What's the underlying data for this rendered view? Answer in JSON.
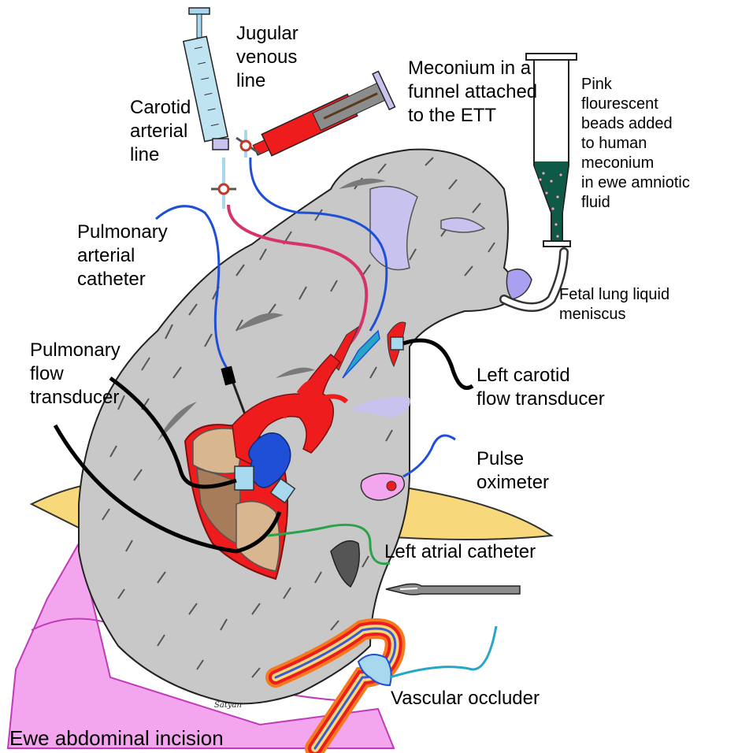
{
  "labels": {
    "jugular_venous_line": "Jugular\nvenous\nline",
    "carotid_arterial_line": "Carotid\narterial\nline",
    "meconium_funnel": "Meconium in a\nfunnel attached\nto the ETT",
    "pink_beads": "Pink\nflourescent\nbeads added\nto human\nmeconium\nin ewe amniotic\nfluid",
    "fetal_lung_liquid_meniscus": "Fetal lung liquid meniscus",
    "pulmonary_arterial_catheter": "Pulmonary\narterial\ncatheter",
    "pulmonary_flow_transducer": "Pulmonary\nflow\ntransducer",
    "left_carotid_flow_transducer": "Left carotid\nflow transducer",
    "pulse_oximeter": "Pulse\noximeter",
    "left_atrial_catheter": "Left atrial catheter",
    "vascular_occluder": "Vascular occluder",
    "ewe_abdominal_incision": "Ewe abdominal incision",
    "artist_signature": "Satyan"
  },
  "colors": {
    "lamb_body": "#c8c8c8",
    "ewe_skin_pink": "#f3a6ee",
    "yellow_fat": "#f7d87a",
    "artery_red": "#ee1c1c",
    "venous_blue": "#1f4fd6",
    "catheter_pink": "#d6336c",
    "transducer_lightblue": "#a8d8ee",
    "meconium_green": "#0f5a47",
    "lung_tan": "#d7b690",
    "lung_brown": "#a67c5b",
    "left_atrial_green": "#2aa34a",
    "occluder_cyan": "#25a5c8",
    "ear_lavender": "#c7c2ee"
  }
}
